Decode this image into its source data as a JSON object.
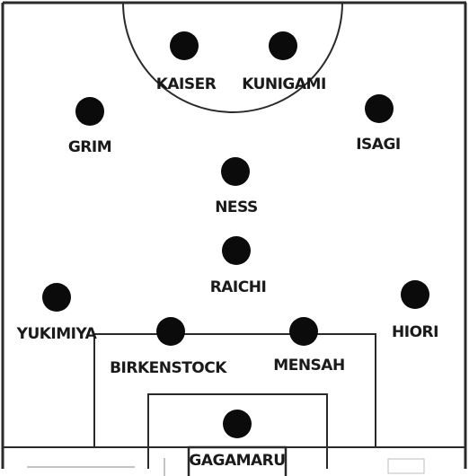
{
  "formation": {
    "players": [
      {
        "id": "kaiser",
        "name": "KAISER"
      },
      {
        "id": "kunigami",
        "name": "KUNIGAMI"
      },
      {
        "id": "grim",
        "name": "GRIM"
      },
      {
        "id": "isagi",
        "name": "ISAGI"
      },
      {
        "id": "ness",
        "name": "NESS"
      },
      {
        "id": "raichi",
        "name": "RAICHI"
      },
      {
        "id": "yukimiya",
        "name": "YUKIMIYA"
      },
      {
        "id": "hiori",
        "name": "HIORI"
      },
      {
        "id": "birkenstock",
        "name": "BIRKENSTOCK"
      },
      {
        "id": "mensah",
        "name": "MENSAH"
      },
      {
        "id": "gagamaru",
        "name": "GAGAMARU"
      }
    ]
  },
  "colors": {
    "line": "#2a2a2a",
    "dot": "#0b0b0b",
    "background": "#ffffff"
  }
}
